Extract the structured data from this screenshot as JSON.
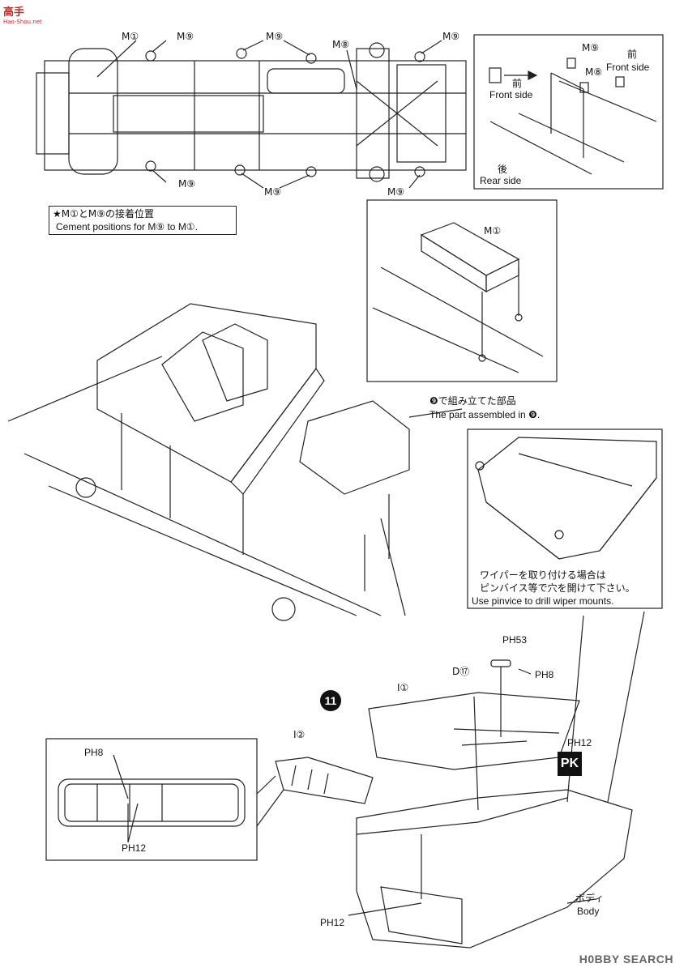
{
  "site_logo": {
    "text": "高手",
    "sub": "Hao-Shou.net"
  },
  "watermark": "H0BBY SEARCH",
  "step_number": "11",
  "pk_mark": "PK",
  "chassis_labels": {
    "m1_top": "M①",
    "m9_a": "M⑨",
    "m9_b": "M⑨",
    "m8": "M⑧",
    "m9_c": "M⑨",
    "m9_d": "M⑨",
    "m9_e": "M⑨",
    "m9_f": "M⑨"
  },
  "detail_top_right": {
    "m9": "M⑨",
    "m8": "M⑧",
    "front_jp": "前",
    "front_en": "Front side",
    "front_jp_arrow": "前",
    "front_en_arrow": "Front side",
    "rear_jp": "後",
    "rear_en": "Rear side"
  },
  "cement_note": {
    "jp": "★M①とM⑨の接着位置",
    "en": "Cement positions for M⑨ to M①."
  },
  "detail_mid_right": {
    "m1": "M①"
  },
  "assembled_note": {
    "jp": "❾で組み立てた部品",
    "en": "The part assembled in ❾."
  },
  "wiper_note": {
    "jp1": "ワイパーを取り付ける場合は",
    "jp2": "ピンバイス等で穴を開けて下さい。",
    "en": "Use pinvice to drill wiper mounts."
  },
  "body_parts": {
    "ph53": "PH53",
    "d17": "D⑰",
    "ph8_top": "PH8",
    "i1": "I①",
    "ph12_right": "PH12",
    "i2": "I②",
    "ph12_bottom": "PH12",
    "body_jp": "ボディ",
    "body_en": "Body"
  },
  "window_detail": {
    "ph8": "PH8",
    "ph12": "PH12"
  }
}
